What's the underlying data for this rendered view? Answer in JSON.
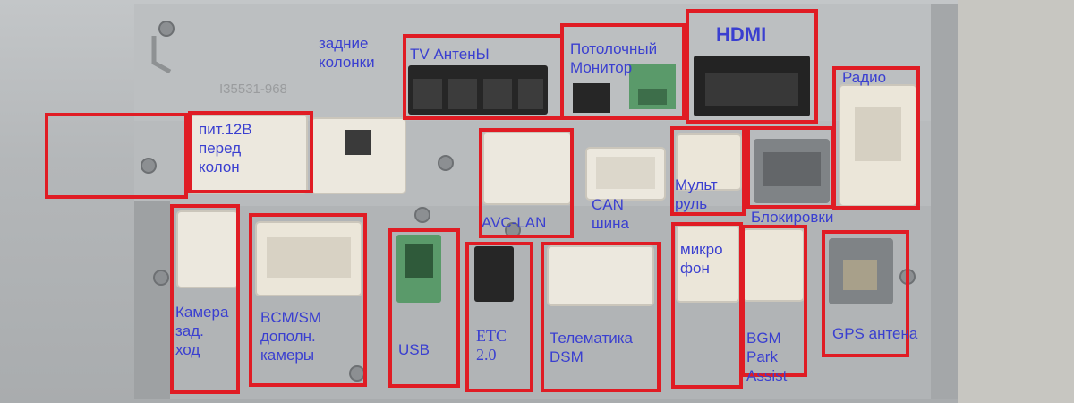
{
  "image": {
    "subject": "connector-panel",
    "colors": {
      "annotation_box": "#e01c24",
      "label_text": "#3a3fd0",
      "panel_metal": "#b4b7b9",
      "connector_white": "#ece8de",
      "connector_black": "#262626",
      "connector_green": "#5a9a6a",
      "connector_gray": "#7f8386"
    }
  },
  "labels": {
    "rear_speakers": "задние\nколонки",
    "tv_antennas": "ТV АнтенЫ",
    "ceiling_monitor": "Потолочный\nМонитор",
    "hdmi": "HDMI",
    "radio": "Радио",
    "power_front": "пит.12В\nперед\nколон",
    "avc_lan": "AVC-LAN",
    "can_bus": "CAN\nшина",
    "steering": "Мульт\nруль",
    "locks": "Блокировки",
    "microphone": "микро\nфон",
    "rear_camera": "Камера\nзад.\nход",
    "bcm_sm": "BCM/SM\nдополн.\nкамеры",
    "usb": "USB",
    "etc": "ETC\n2.0",
    "telematics": "Телематика\nDSM",
    "bgm": "BGM\nPark\nAssist",
    "gps": "GPS антена",
    "stamp": "I35531-968"
  }
}
